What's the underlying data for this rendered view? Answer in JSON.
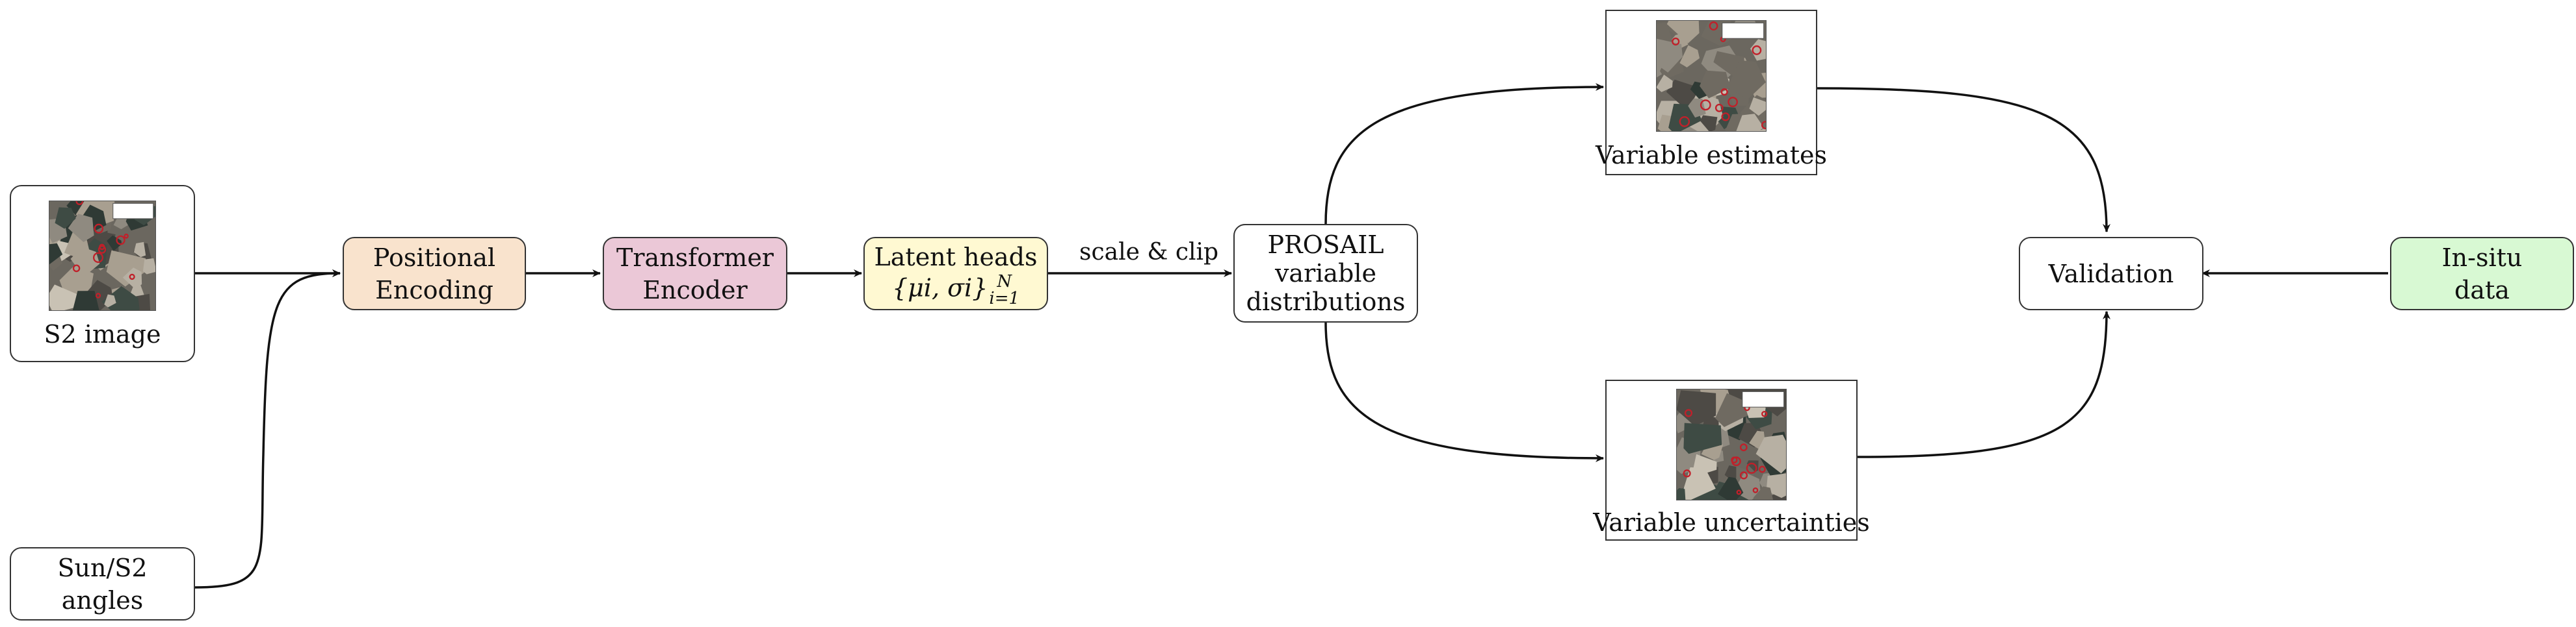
{
  "colors": {
    "positional_encoding": "#f9e3cd",
    "transformer_encoder": "#ebc8d7",
    "latent_heads": "#fff9d2",
    "in_situ": "#d8f9d3",
    "stroke": "#222222"
  },
  "nodes": {
    "s2_image": {
      "label": "S2 image"
    },
    "sun_angles": {
      "line1": "Sun/S2",
      "line2": "angles"
    },
    "positional_encoding": {
      "line1": "Positional",
      "line2": "Encoding"
    },
    "transformer_encoder": {
      "line1": "Transformer",
      "line2": "Encoder"
    },
    "latent_heads": {
      "line1": "Latent heads",
      "math": "{μi, σi}",
      "sup": "N",
      "sub": "i=1"
    },
    "prosail": {
      "line1": "PROSAIL",
      "line2": "variable",
      "line3": "distributions"
    },
    "variable_estimates": {
      "label": "Variable estimates"
    },
    "variable_uncertainties": {
      "label": "Variable uncertainties"
    },
    "validation": {
      "label": "Validation"
    },
    "in_situ": {
      "line1": "In-situ",
      "line2": "data"
    }
  },
  "edge_labels": {
    "scale_clip": "scale & clip"
  },
  "icons": [
    "satellite-map-thumbnail"
  ]
}
